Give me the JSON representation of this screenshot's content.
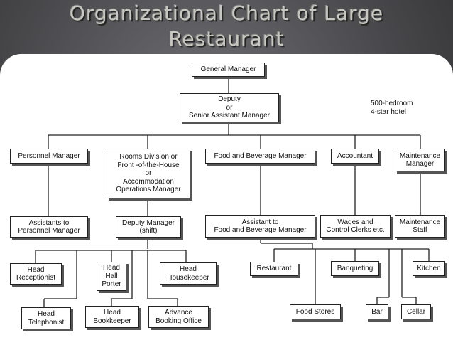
{
  "title": {
    "line1": "Organizational Chart of Large",
    "line2": "Restaurant"
  },
  "note": "500-bedroom\n4-star hotel",
  "nodes": {
    "general_manager": "General Manager",
    "deputy": "Deputy\nor\nSenior Assistant Manager",
    "personnel_manager": "Personnel Manager",
    "rooms_division": "Rooms Division or\nFront -of-the-House\nor\nAccommodation\nOperations Manager",
    "fb_manager": "Food and Beverage Manager",
    "accountant": "Accountant",
    "maintenance_manager": "Maintenance\nManager",
    "assistants_personnel": "Assistants to\nPersonnel Manager",
    "deputy_manager_shift": "Deputy Manager\n(shift)",
    "assistant_fb": "Assistant to\nFood and Beverage Manager",
    "wages_clerks": "Wages and\nControl Clerks etc.",
    "maintenance_staff": "Maintenance\nStaff",
    "head_receptionist": "Head\nReceptionist",
    "head_hall_porter": "Head\nHall\nPorter",
    "head_housekeeper": "Head\nHousekeeper",
    "head_telephonist": "Head\nTelephonist",
    "head_bookkeeper": "Head\nBookkeeper",
    "advance_booking": "Advance\nBooking Office",
    "restaurant": "Restaurant",
    "banqueting": "Banqueting",
    "kitchen": "Kitchen",
    "food_stores": "Food Stores",
    "bar": "Bar",
    "cellar": "Cellar"
  }
}
